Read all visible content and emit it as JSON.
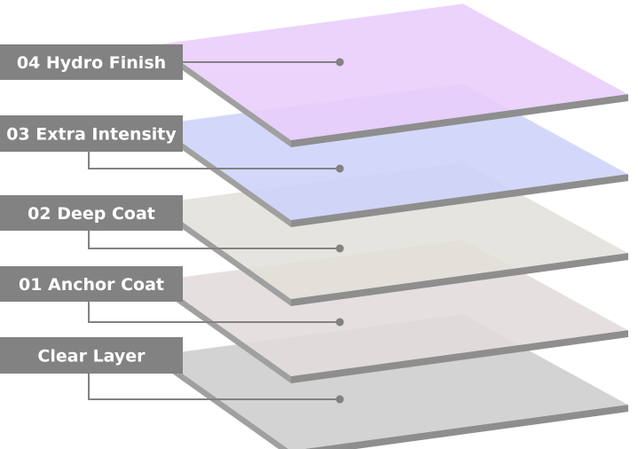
{
  "layers": [
    {
      "label": "04 Hydro Finish",
      "color": "#e8cdfa"
    },
    {
      "label": "03 Extra Intensity",
      "color": "#cdd3fb"
    },
    {
      "label": "02 Deep Coat",
      "color": "#e2e0d9"
    },
    {
      "label": "01 Anchor Coat",
      "color": "#e3dbdb"
    },
    {
      "label": "Clear Layer",
      "color": "#cdcdcd"
    }
  ],
  "colors": {
    "label_background": "#828282",
    "connector": "#828282",
    "sheet_edge": "#8e8e8e"
  }
}
